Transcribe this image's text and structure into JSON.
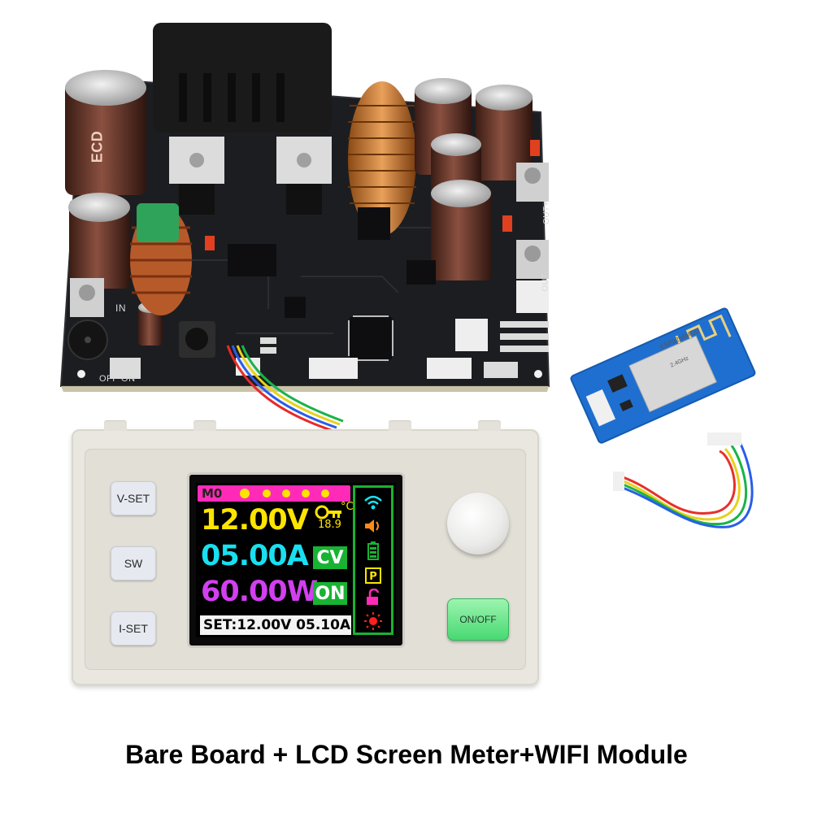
{
  "caption": "Bare Board + LCD Screen Meter+WIFI Module",
  "pcb": {
    "capacitor_text": "ECD",
    "in_label": "IN",
    "off_on_label": "OFF ON",
    "out_plus": "OUT+",
    "out_minus": "OUT-"
  },
  "meter": {
    "buttons": {
      "vset": "V-SET",
      "sw": "SW",
      "iset": "I-SET",
      "onoff": "ON/OFF"
    },
    "lcd": {
      "mode": "M0",
      "voltage": "12.00V",
      "current": "05.00A",
      "power": "60.00W",
      "temperature": "18.9",
      "temp_unit": "°C",
      "mode_status": "CV",
      "output_status": "ON",
      "set_line": "SET:12.00V 05.10A",
      "colors": {
        "voltage": "#ffe400",
        "current": "#18e0f0",
        "power": "#d23ff0"
      },
      "icons": [
        "wifi-icon",
        "speaker-icon",
        "battery-icon",
        "p-icon",
        "unlock-icon",
        "brightness-icon"
      ]
    }
  },
  "wifi_module": {
    "chip_text": "ESP8266MOD",
    "chip_sub": "2.4GHz"
  }
}
